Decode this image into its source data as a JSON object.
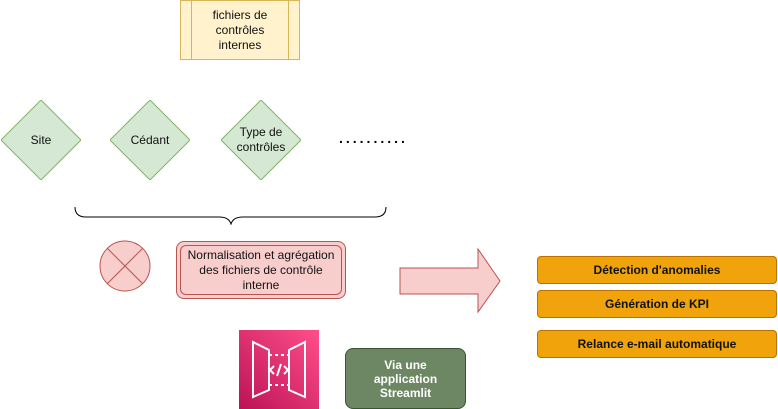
{
  "note": {
    "text": "fichiers de contrôles internes"
  },
  "diamonds": [
    {
      "label": "Site"
    },
    {
      "label": "Cédant"
    },
    {
      "label": "Type de contrôles"
    }
  ],
  "ellipsis": "..........",
  "normalisation": {
    "text": "Normalisation et agrégation des fichiers de contrôle interne"
  },
  "streamlit": {
    "text": "Via une application Streamlit"
  },
  "outputs": [
    {
      "label": "Détection d'anomalies"
    },
    {
      "label": "Génération de KPI"
    },
    {
      "label": "Relance e-mail automatique"
    }
  ],
  "colors": {
    "note_fill": "#fff2cc",
    "diamond_fill": "#d5e8d4",
    "diamond_stroke": "#82b366",
    "red_fill": "#f8cecc",
    "red_stroke": "#b85450",
    "orange_fill": "#f0a30a",
    "green_box": "#6d8764",
    "api_icon": "#e7157b"
  },
  "icons": [
    "cross-circle-icon",
    "api-gateway-icon",
    "arrow-right-icon"
  ]
}
